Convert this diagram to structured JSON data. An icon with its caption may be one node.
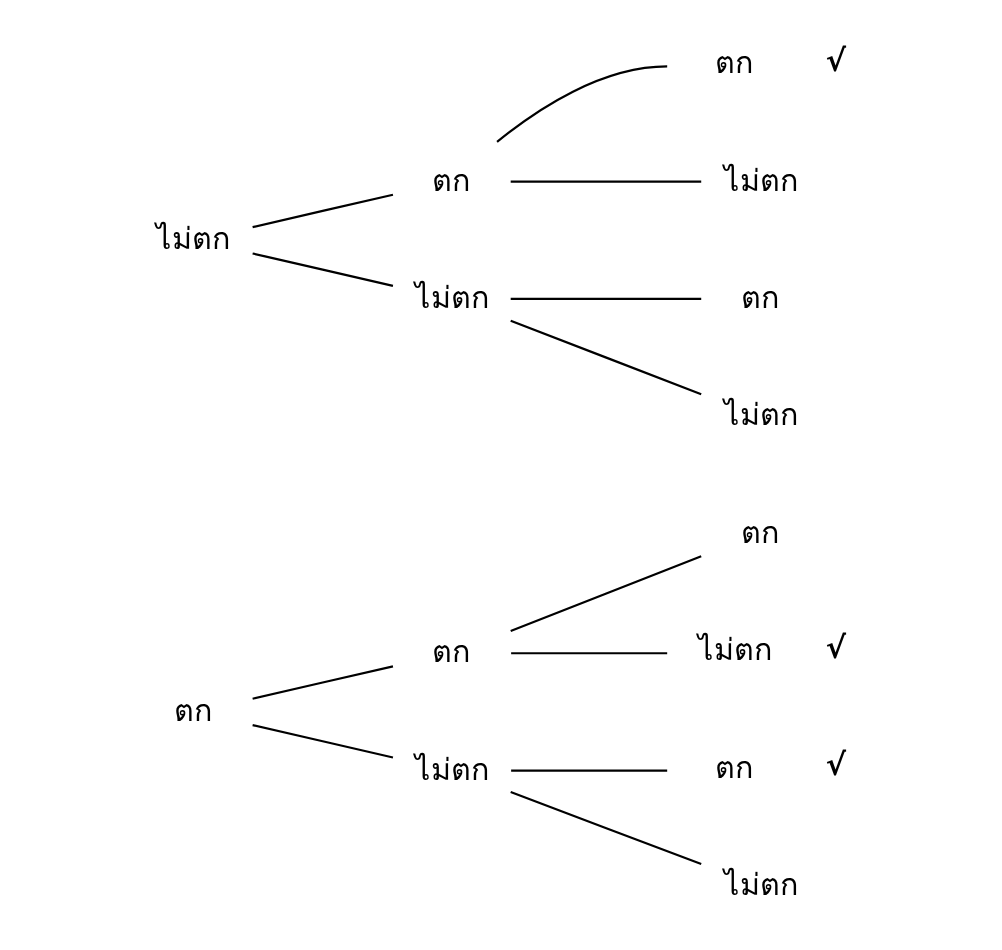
{
  "diagram": {
    "nodes": [
      {
        "text": [
          "ตก"
        ]
      },
      {
        "text": [
          "ตก"
        ]
      },
      {
        "text": [
          "ไม่ตก"
        ]
      },
      {
        "text": [
          "ตก"
        ]
      },
      {
        "text": [
          "ไม่ตก"
        ],
        "beside": [
          "√"
        ]
      },
      {
        "text": [
          "ตก"
        ],
        "beside": [
          "√"
        ]
      },
      {
        "text": [
          "ไม่ตก"
        ]
      },
      {
        "text": [
          "ไม่ตก"
        ]
      },
      {
        "text": [
          "ตก"
        ]
      },
      {
        "text": [
          "ไม่ตก"
        ]
      },
      {
        "text": [
          "ตก"
        ],
        "beside": [
          "√"
        ]
      },
      {
        "text": [
          "ไม่ตก"
        ]
      },
      {
        "text": [
          "ตก"
        ]
      },
      {
        "text": [
          "ไม่ตก"
        ]
      }
    ],
    "edges": [
      {
        "from": 0,
        "to": 1,
        "arrow": "none"
      },
      {
        "from": 0,
        "to": 2,
        "arrow": "none"
      },
      {
        "from": 1,
        "to": 3,
        "arrow": "none"
      },
      {
        "from": 1,
        "to": 4,
        "arrow": "none"
      },
      {
        "from": 2,
        "to": 5,
        "arrow": "none"
      },
      {
        "from": 2,
        "to": 6,
        "arrow": "none"
      },
      {
        "from": 7,
        "to": 8,
        "arrow": "none"
      },
      {
        "from": 7,
        "to": 9,
        "arrow": "none"
      },
      {
        "from": 8,
        "to": 10,
        "arrow": "none"
      },
      {
        "from": 8,
        "to": 11,
        "arrow": "none"
      },
      {
        "from": 9,
        "to": 12,
        "arrow": "none"
      },
      {
        "from": 9,
        "to": 13,
        "arrow": "none"
      }
    ]
  }
}
